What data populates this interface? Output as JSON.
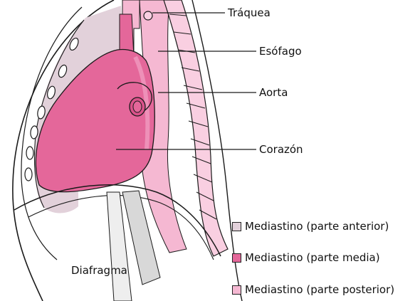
{
  "labels": {
    "trachea": "Tráquea",
    "esophagus": "Esófago",
    "aorta": "Aorta",
    "heart": "Corazón",
    "diaphragm": "Diafragma"
  },
  "legend": [
    {
      "label": "Mediastino (parte anterior)",
      "color": "#e2d1da"
    },
    {
      "label": "Mediastino (parte media)",
      "color": "#e4679a"
    },
    {
      "label": "Mediastino (parte posterior)",
      "color": "#f5b8d2"
    }
  ],
  "colors": {
    "anterior": "#e2d1da",
    "middle": "#e4679a",
    "middle_dark": "#d9528a",
    "posterior": "#f5b8d2",
    "posterior_light": "#f9cfe1",
    "outline": "#1a1a1a"
  }
}
